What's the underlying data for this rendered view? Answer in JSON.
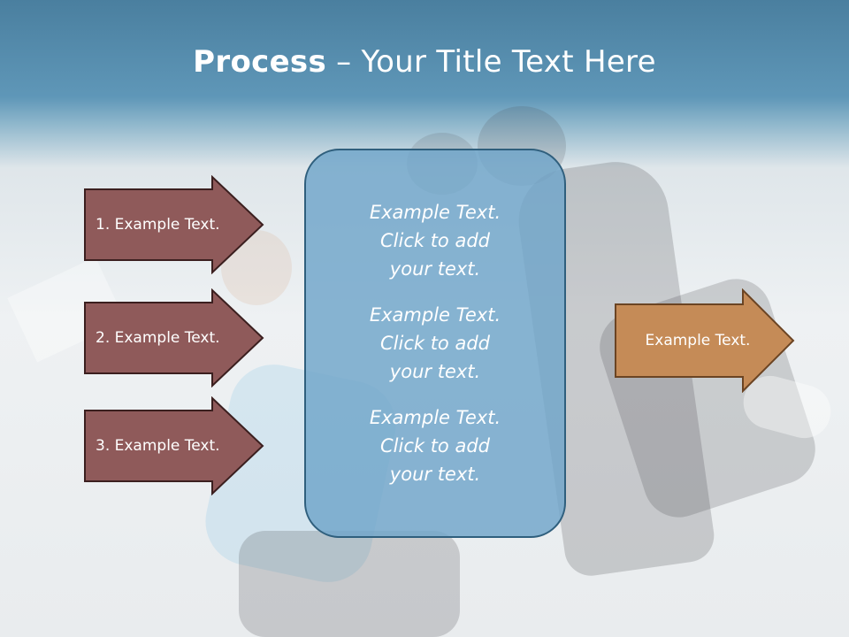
{
  "title": {
    "bold": "Process",
    "rest": " – Your Title Text Here"
  },
  "left_arrows": [
    {
      "label": "1. Example Text."
    },
    {
      "label": "2. Example Text."
    },
    {
      "label": "3. Example Text."
    }
  ],
  "center_box": {
    "items": [
      {
        "text": "Example Text.\nClick  to add\nyour text."
      },
      {
        "text": "Example Text.\nClick  to add\nyour text."
      },
      {
        "text": "Example Text.\nClick  to add\nyour text."
      }
    ]
  },
  "right_arrow": {
    "label": "Example Text."
  },
  "colors": {
    "header": "#4f88aa",
    "left_arrow_fill": "#8f5a5a",
    "left_arrow_stroke": "#3b1f1f",
    "center_box_fill": "#6fa5c9",
    "center_box_stroke": "#2f5f7d",
    "right_arrow_fill": "#c58b57",
    "right_arrow_stroke": "#6b4423"
  }
}
